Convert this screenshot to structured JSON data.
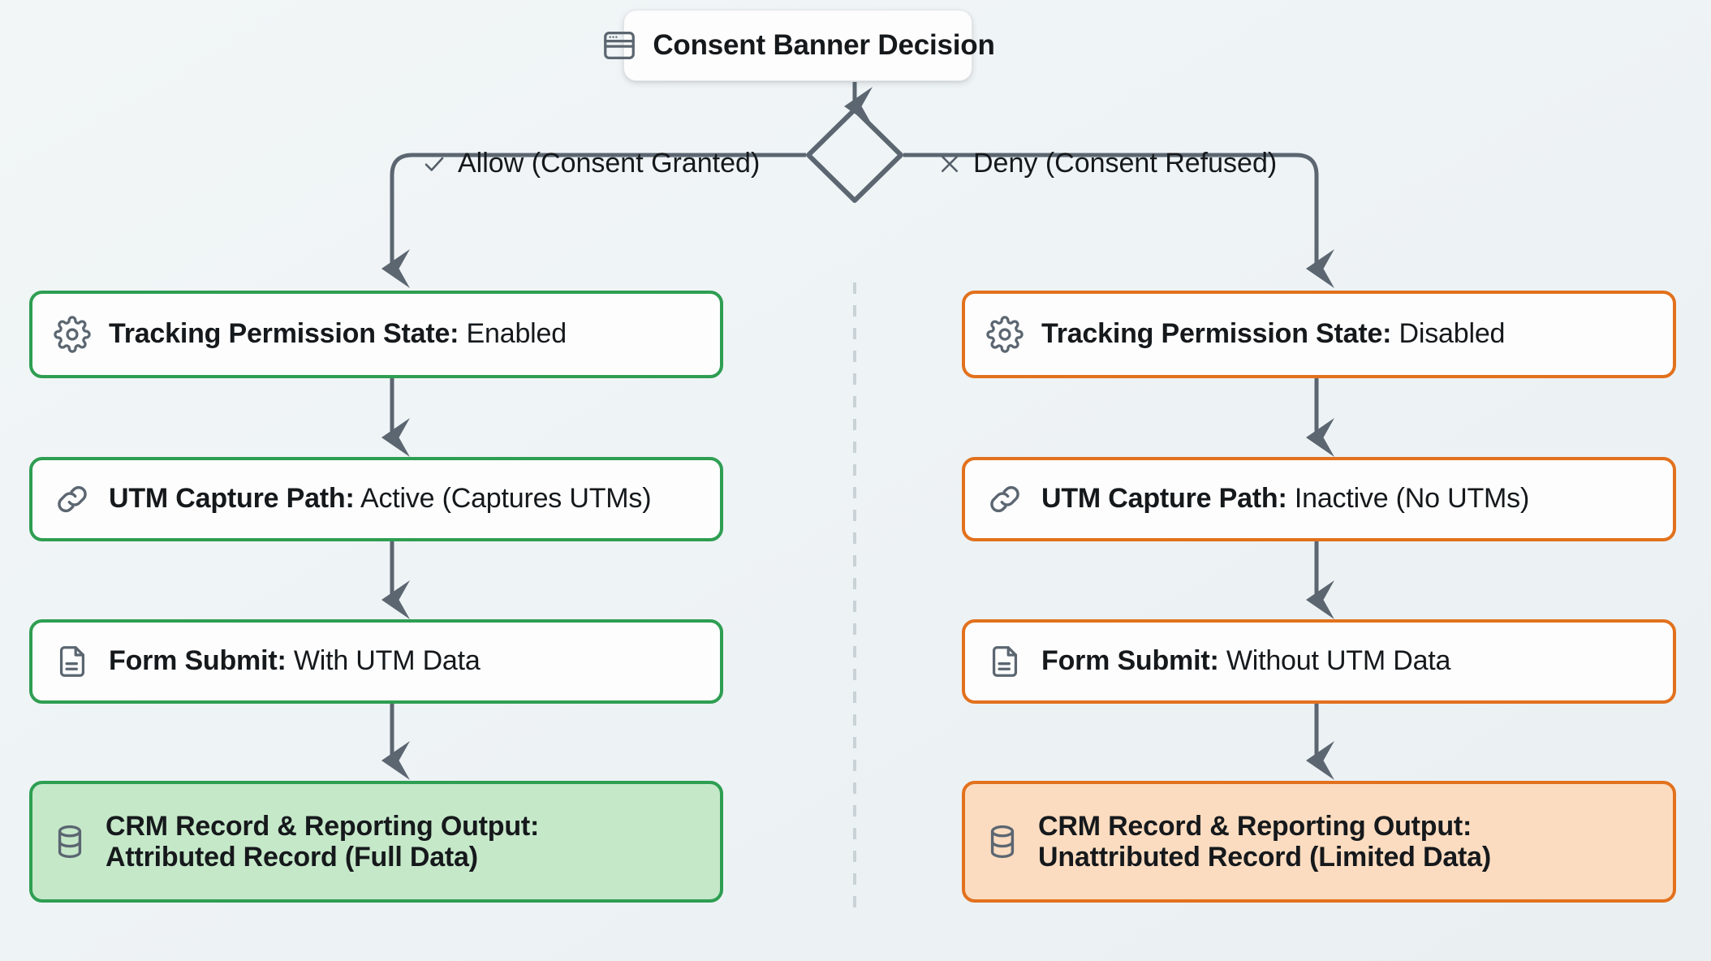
{
  "diagram": {
    "title": "Consent Banner Decision",
    "root": {
      "label": "Consent Banner Decision",
      "icon": "browser-window-icon"
    },
    "decision": {
      "icon": "decision-diamond",
      "branches": [
        {
          "id": "allow",
          "label": "Allow (Consent Granted)",
          "icon": "check-icon"
        },
        {
          "id": "deny",
          "label": "Deny (Consent Refused)",
          "icon": "cross-icon"
        }
      ]
    },
    "colors": {
      "allow_accent": "#2e9e52",
      "deny_accent": "#e2711d",
      "allow_fill": "#c5e8c9",
      "deny_fill": "#fbdcc0",
      "connector": "#5b6671",
      "background": "#eef3f5",
      "text": "#16191c"
    },
    "columns": [
      {
        "id": "allow-path",
        "accent": "#2e9e52",
        "steps": [
          {
            "icon": "gear-icon",
            "label": "Tracking Permission State:",
            "value": "Enabled"
          },
          {
            "icon": "link-icon",
            "label": "UTM Capture Path:",
            "value": "Active (Captures UTMs)"
          },
          {
            "icon": "document-icon",
            "label": "Form Submit:",
            "value": "With UTM Data"
          },
          {
            "icon": "database-icon",
            "label": "CRM Record & Reporting Output:",
            "value": "Attributed Record (Full Data)"
          }
        ]
      },
      {
        "id": "deny-path",
        "accent": "#e2711d",
        "steps": [
          {
            "icon": "gear-icon",
            "label": "Tracking Permission State:",
            "value": "Disabled"
          },
          {
            "icon": "link-icon",
            "label": "UTM Capture Path:",
            "value": "Inactive (No UTMs)"
          },
          {
            "icon": "document-icon",
            "label": "Form Submit:",
            "value": "Without UTM Data"
          },
          {
            "icon": "database-icon",
            "label": "CRM Record & Reporting Output:",
            "value": "Unattributed Record (Limited Data)"
          }
        ]
      }
    ]
  }
}
